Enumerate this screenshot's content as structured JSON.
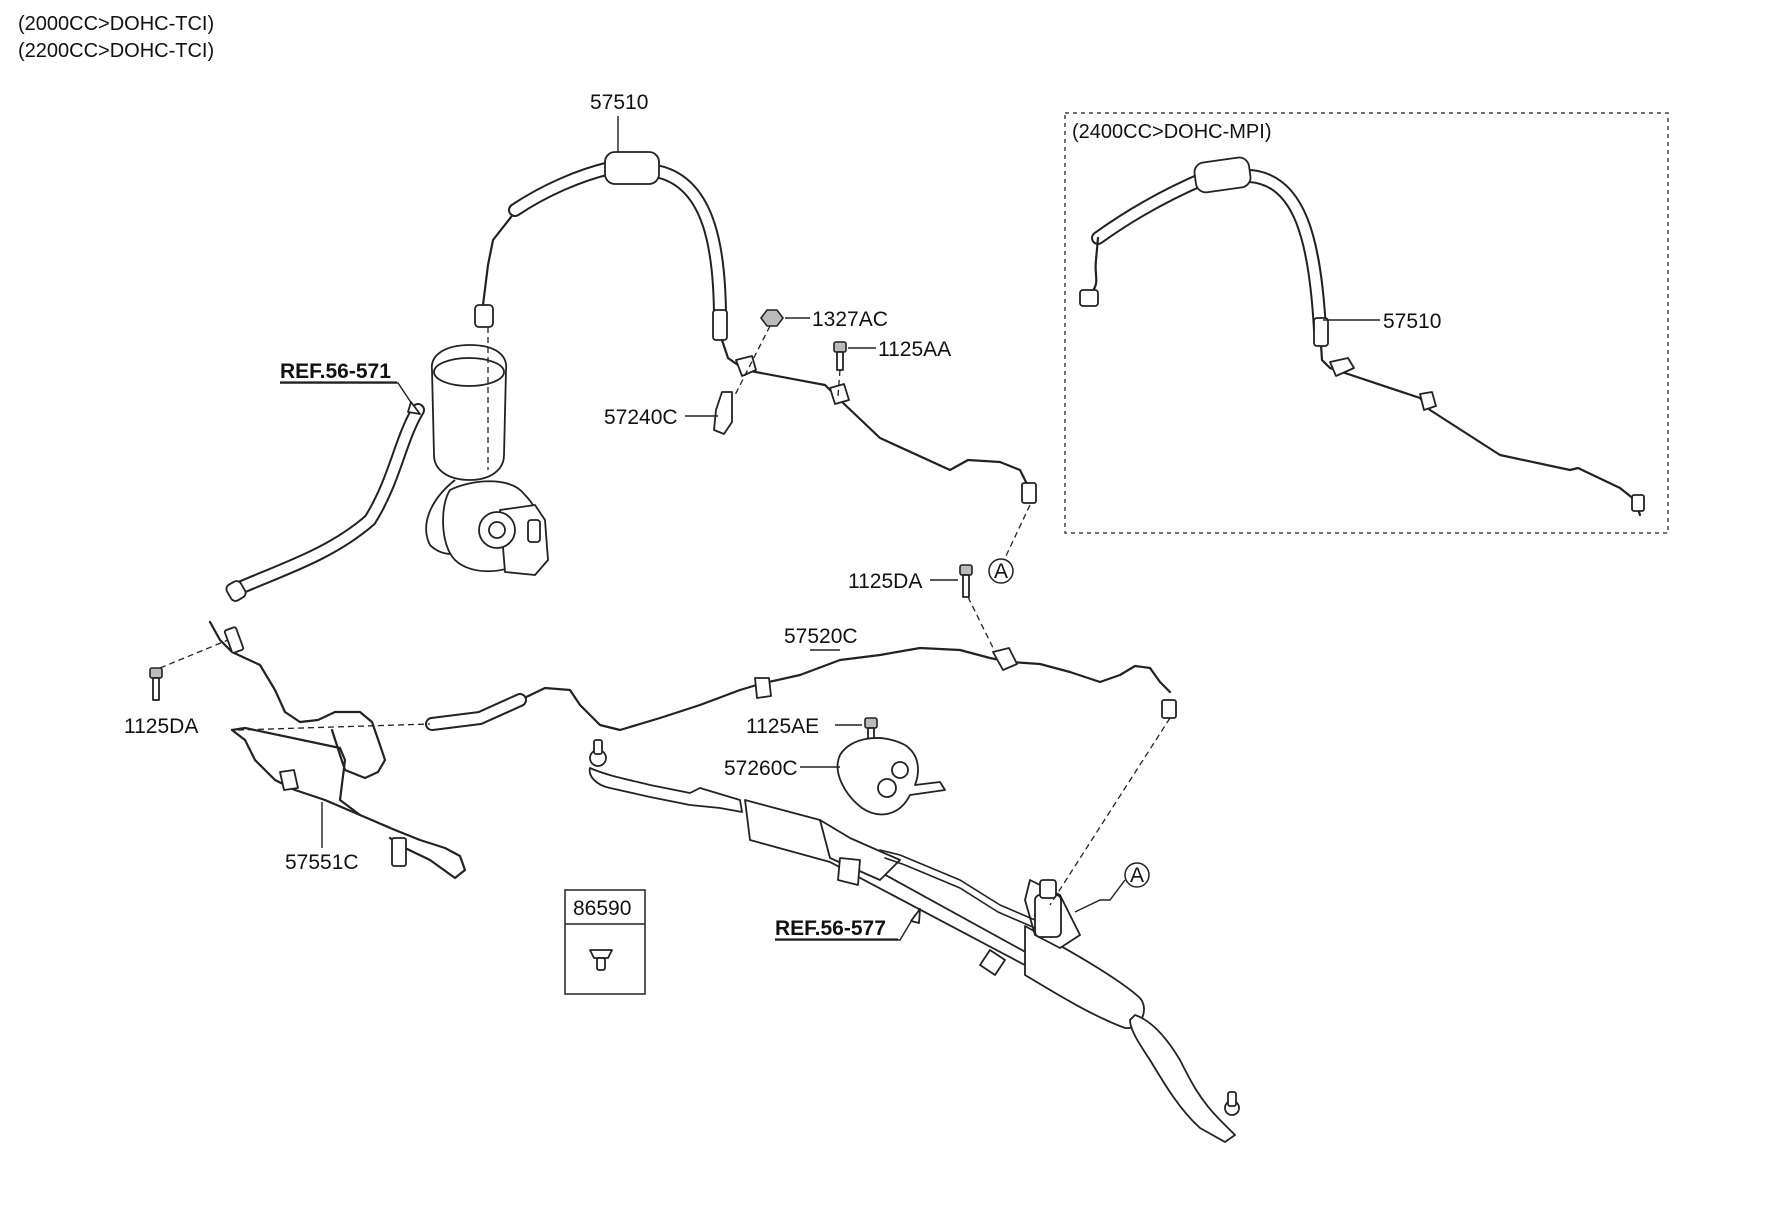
{
  "header": {
    "line1": "(2000CC>DOHC-TCI)",
    "line2": "(2200CC>DOHC-TCI)"
  },
  "inset": {
    "title": "(2400CC>DOHC-MPI)",
    "label_57510": "57510"
  },
  "labels": {
    "p57510": "57510",
    "p1327AC": "1327AC",
    "p1125AA": "1125AA",
    "p57240C": "57240C",
    "ref_pump": "REF.56-571",
    "p1125DA_right": "1125DA",
    "p57520C": "57520C",
    "p1125DA_left": "1125DA",
    "p1125AE": "1125AE",
    "p57260C": "57260C",
    "p57551C": "57551C",
    "p86590": "86590",
    "ref_gear": "REF.56-577",
    "marker_a_top": "A",
    "marker_a_bottom": "A"
  }
}
